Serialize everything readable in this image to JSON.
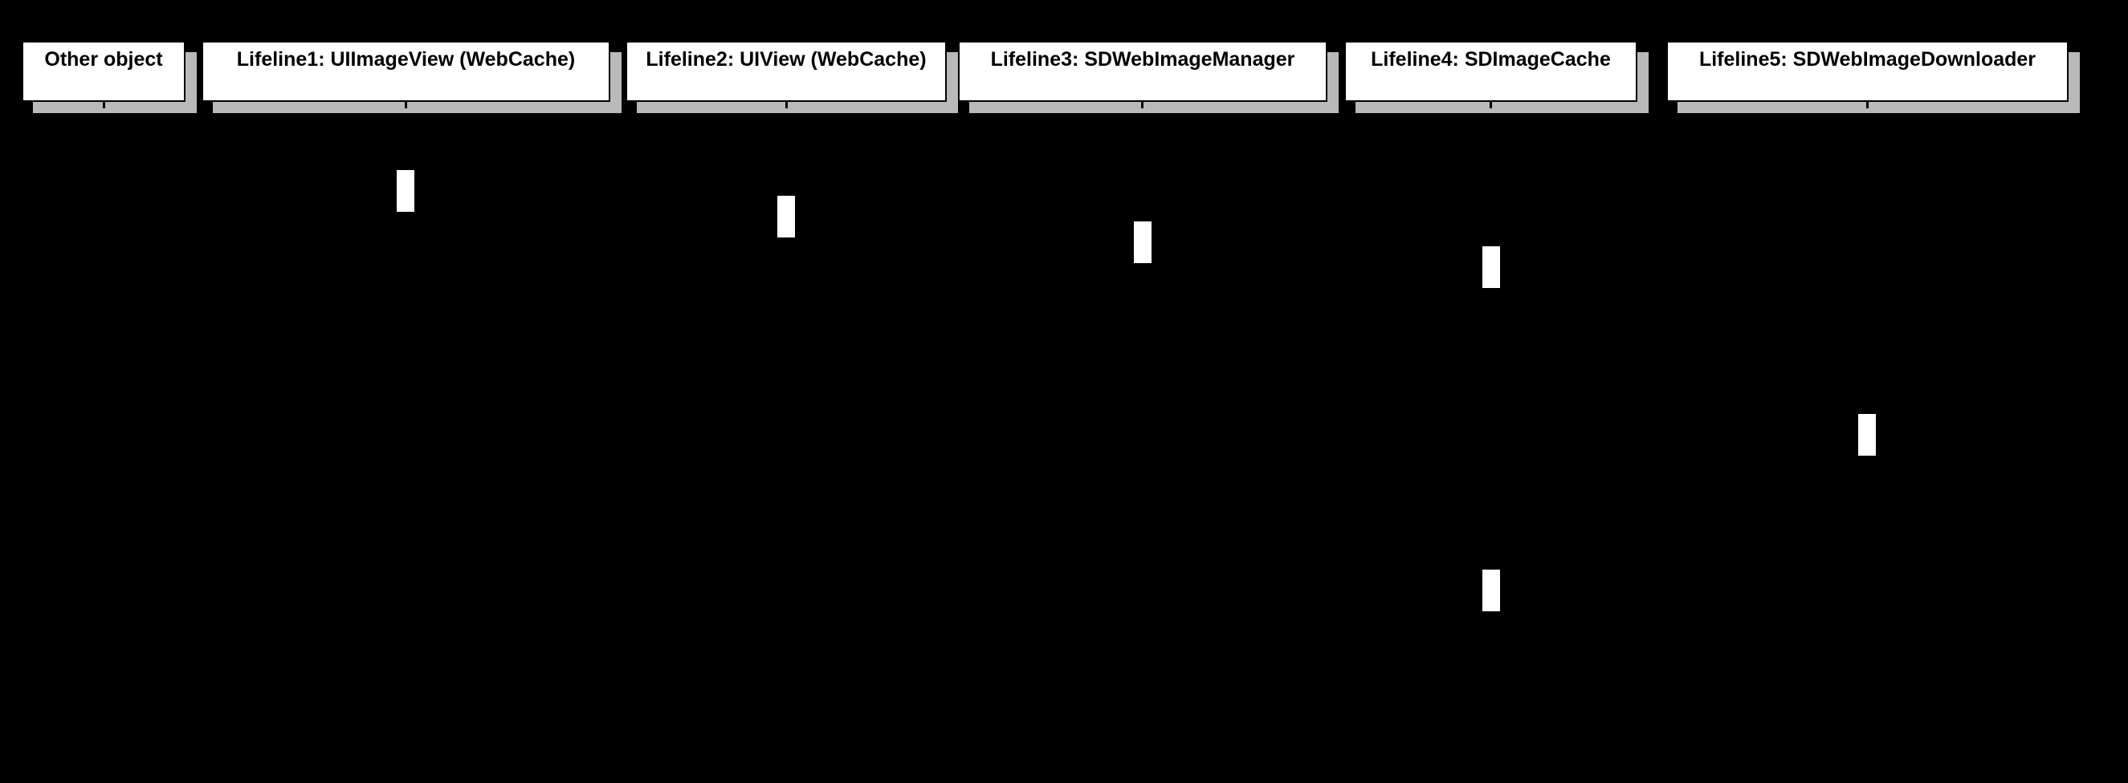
{
  "diagram_type": "uml-sequence-diagram",
  "colors": {
    "background": "#000000",
    "head_fill": "#ffffff",
    "head_border": "#000000",
    "head_text": "#000000",
    "head_shadow": "#b9b9b9",
    "activation_fill": "#ffffff"
  },
  "lifelines": [
    {
      "label": "Other object"
    },
    {
      "label": "Lifeline1: UIImageView (WebCache)"
    },
    {
      "label": "Lifeline2: UIView (WebCache)"
    },
    {
      "label": "Lifeline3: SDWebImageManager"
    },
    {
      "label": "Lifeline4: SDImageCache"
    },
    {
      "label": "Lifeline5: SDWebImageDownloader"
    }
  ],
  "activation_count": 6
}
